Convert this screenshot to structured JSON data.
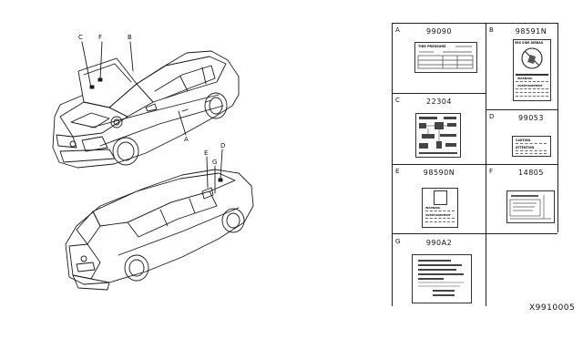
{
  "car_callouts": {
    "top": [
      "C",
      "F",
      "B",
      "A"
    ],
    "bottom": [
      "E",
      "D",
      "G"
    ]
  },
  "cells": [
    {
      "letter": "A",
      "part": "99090",
      "label_header": "TIRE PRESSURE"
    },
    {
      "letter": "B",
      "part": "98591N",
      "label_header": "SRS SIDE AIRBAG",
      "warnings": [
        "WARNING",
        "AVERTISSEMENT"
      ]
    },
    {
      "letter": "C",
      "part": "22304"
    },
    {
      "letter": "D",
      "part": "99053",
      "warnings": [
        "CAUTION",
        "ATTENTION"
      ]
    },
    {
      "letter": "E",
      "part": "98590N",
      "warnings": [
        "WARNING",
        "AVERTISSEMENT"
      ]
    },
    {
      "letter": "F",
      "part": "14805"
    },
    {
      "letter": "G",
      "part": "990A2"
    }
  ],
  "footer_code": "X9910005"
}
